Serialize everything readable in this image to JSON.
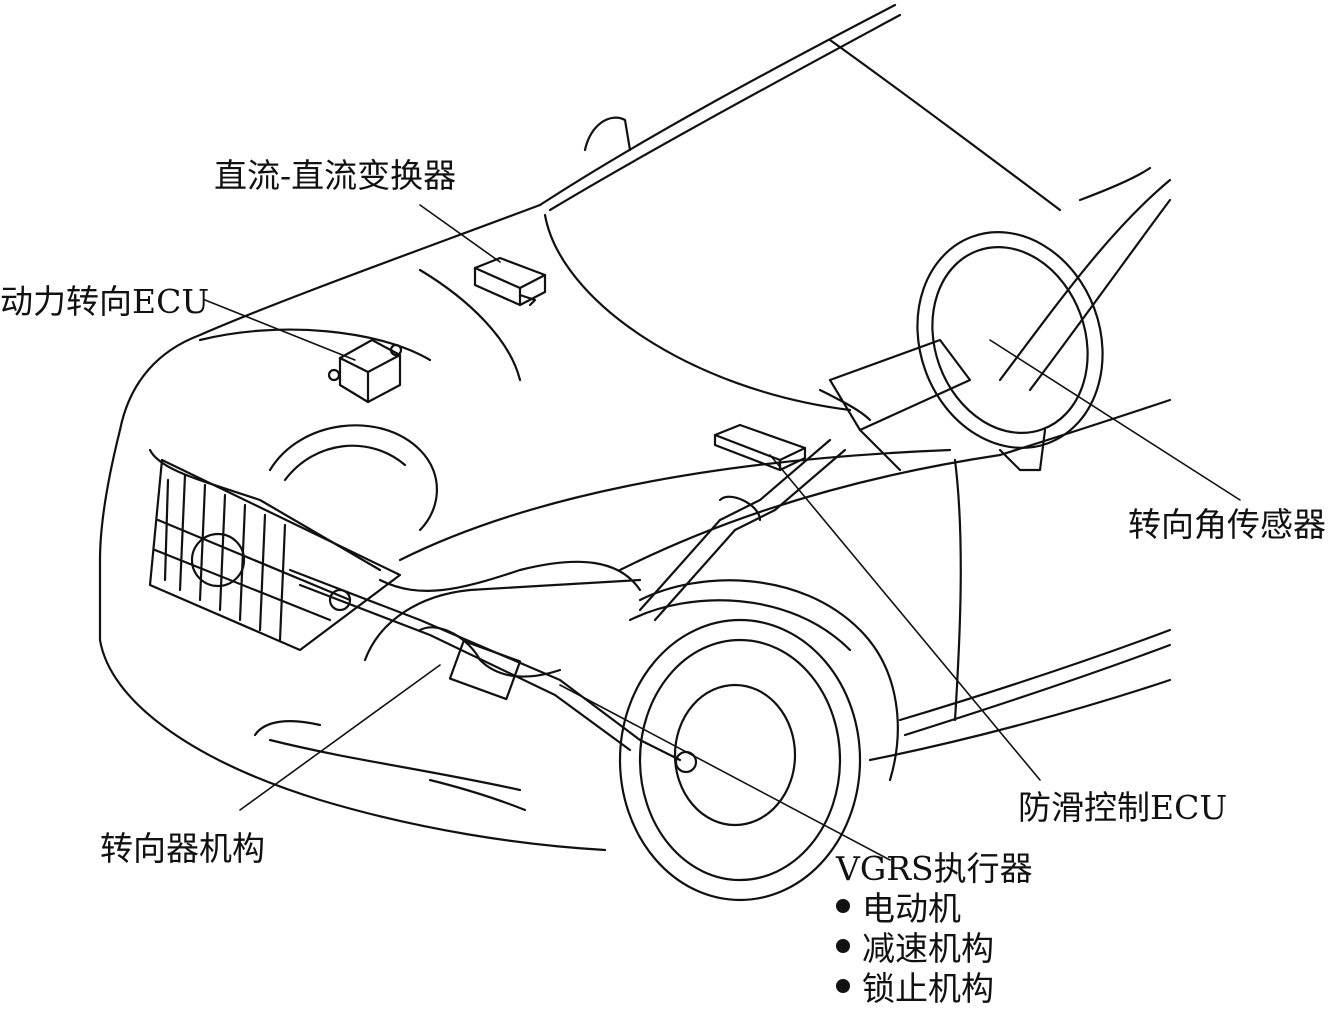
{
  "labels": {
    "dcdc": "直流-直流变换器",
    "power_steering_ecu": "动力转向ECU",
    "steering_angle_sensor": "转向角传感器",
    "skid_control_ecu": "防滑控制ECU",
    "steering_gear": "转向器机构",
    "vgrs_actuator": "VGRS执行器"
  },
  "vgrs_components": [
    "电动机",
    "减速机构",
    "锁止机构"
  ],
  "colors": {
    "ink": "#111111",
    "background": "#ffffff"
  }
}
